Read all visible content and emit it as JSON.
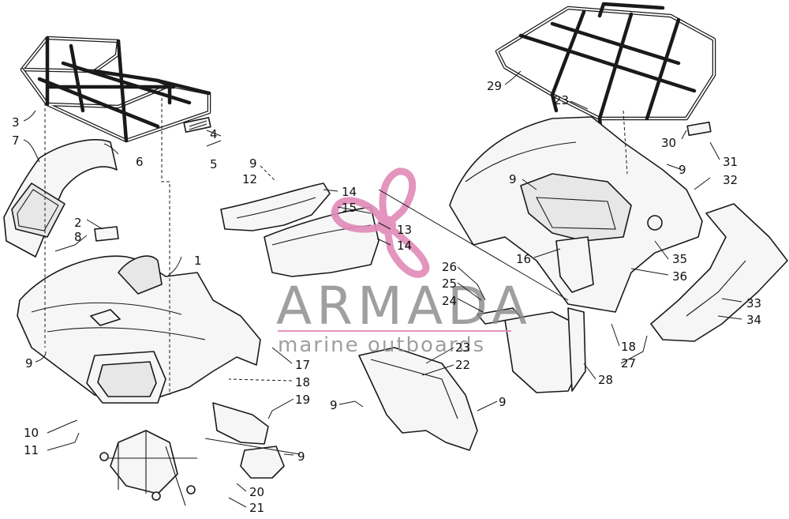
{
  "watermark": {
    "brand": "ARMADA",
    "tagline": "marine outboards",
    "brand_color": "#8a8a8a",
    "accent_color": "#e08ab8",
    "logo_icon": "propeller-logo-icon"
  },
  "callouts": {
    "c1": "1",
    "c2": "2",
    "c3": "3",
    "c4": "4",
    "c5": "5",
    "c6": "6",
    "c7": "7",
    "c8": "8",
    "c9a": "9",
    "c10": "10",
    "c11": "11",
    "c9b": "9",
    "c12": "12",
    "c14a": "14",
    "c15": "15",
    "c13": "13",
    "c14b": "14",
    "c17": "17",
    "c18a": "18",
    "c19": "19",
    "c9c": "9",
    "c20": "20",
    "c21": "21",
    "c29": "29",
    "c23a": "23",
    "c30": "30",
    "c9d": "9",
    "c31": "31",
    "c9e": "9",
    "c32": "32",
    "c16": "16",
    "c35": "35",
    "c36": "36",
    "c26": "26",
    "c25": "25",
    "c24": "24",
    "c23b": "23",
    "c22": "22",
    "c9f": "9",
    "c9g": "9",
    "c33": "33",
    "c34": "34",
    "c18b": "18",
    "c27": "27",
    "c28": "28"
  }
}
